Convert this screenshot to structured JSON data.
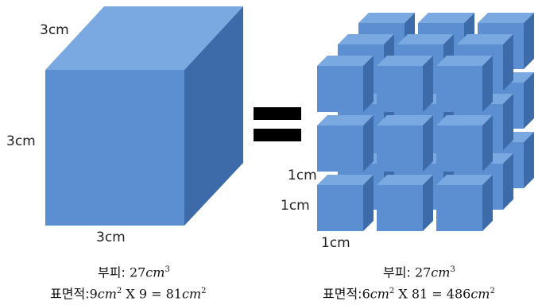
{
  "left": {
    "top_edge_label": "3cm",
    "side_label": "3cm",
    "bottom_label": "3cm",
    "volume": {
      "label": "부피:",
      "value": "27",
      "unit": "cm",
      "exp": "3"
    },
    "surface": {
      "label": "표면적:",
      "a": "9",
      "unit": "cm",
      "exp": "2",
      "times": "X",
      "mult": "9",
      "equals": "=",
      "result": "81",
      "result_unit": "cm",
      "result_exp": "2"
    }
  },
  "right": {
    "label_1": "1cm",
    "label_2": "1cm",
    "label_3": "1cm",
    "volume": {
      "label": "부피:",
      "value": "27",
      "unit": "cm",
      "exp": "3"
    },
    "surface": {
      "label": "표면적:",
      "a": "6",
      "unit": "cm",
      "exp": "2",
      "times": "X",
      "mult": "81",
      "equals": "=",
      "result": "486",
      "result_unit": "cm",
      "result_exp": "2"
    }
  },
  "colors": {
    "front": "#5b8fd2",
    "top": "#7aa8e0",
    "side": "#3d6aa8",
    "equals": "#000000"
  }
}
